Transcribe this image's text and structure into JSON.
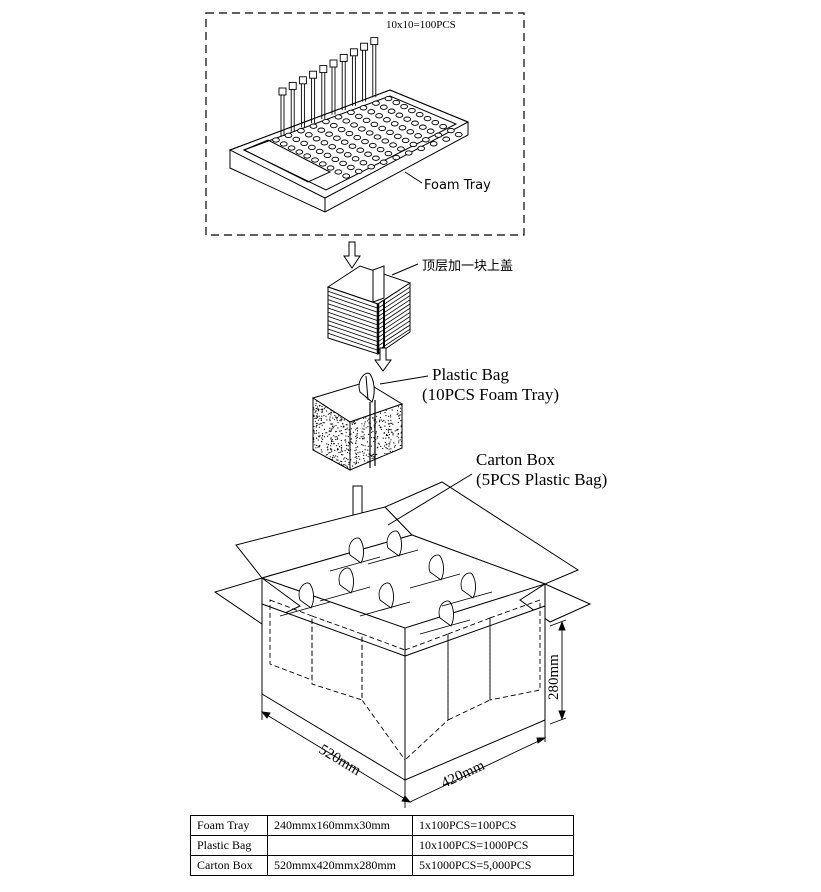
{
  "labels": {
    "tray_count": "10x10=100PCS",
    "foam_tray": "Foam Tray",
    "top_cover": "顶层加一块上盖",
    "plastic_bag_line1": "Plastic Bag",
    "plastic_bag_line2": "(10PCS Foam Tray)",
    "carton_box_line1": "Carton Box",
    "carton_box_line2": "(5PCS Plastic Bag)",
    "dim_height": "280mm",
    "dim_length": "520mm",
    "dim_width": "420mm"
  },
  "spec_table": {
    "rows": [
      {
        "item": "Foam Tray",
        "size": "240mmx160mmx30mm",
        "qty": "1x100PCS=100PCS"
      },
      {
        "item": "Plastic Bag",
        "size": "",
        "qty": "10x100PCS=1000PCS"
      },
      {
        "item": "Carton Box",
        "size": "520mmx420mmx280mm",
        "qty": "5x1000PCS=5,000PCS"
      }
    ]
  }
}
